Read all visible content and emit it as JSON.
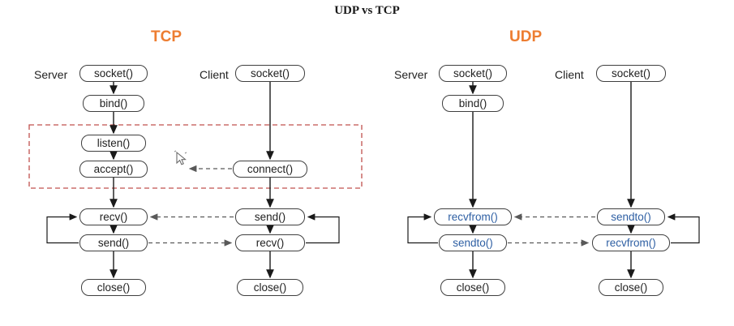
{
  "title": "UDP vs TCP",
  "tcp": {
    "heading": "TCP",
    "server_label": "Server",
    "client_label": "Client",
    "server_boxes": [
      "socket()",
      "bind()",
      "listen()",
      "accept()",
      "recv()",
      "send()",
      "close()"
    ],
    "client_boxes": [
      "socket()",
      "connect()",
      "send()",
      "recv()",
      "close()"
    ]
  },
  "udp": {
    "heading": "UDP",
    "server_label": "Server",
    "client_label": "Client",
    "server_boxes": [
      "socket()",
      "bind()",
      "recvfrom()",
      "sendto()",
      "close()"
    ],
    "client_boxes": [
      "socket()",
      "sendto()",
      "recvfrom()",
      "close()"
    ]
  },
  "colors": {
    "heading_orange": "#ED7D31",
    "blue_call_text": "#2E5FA3",
    "box_border": "#3f3f3f",
    "arrow_black": "#1a1a1a",
    "arrow_dashed_gray": "#595959",
    "red_dashed_box": "#c0504d"
  }
}
